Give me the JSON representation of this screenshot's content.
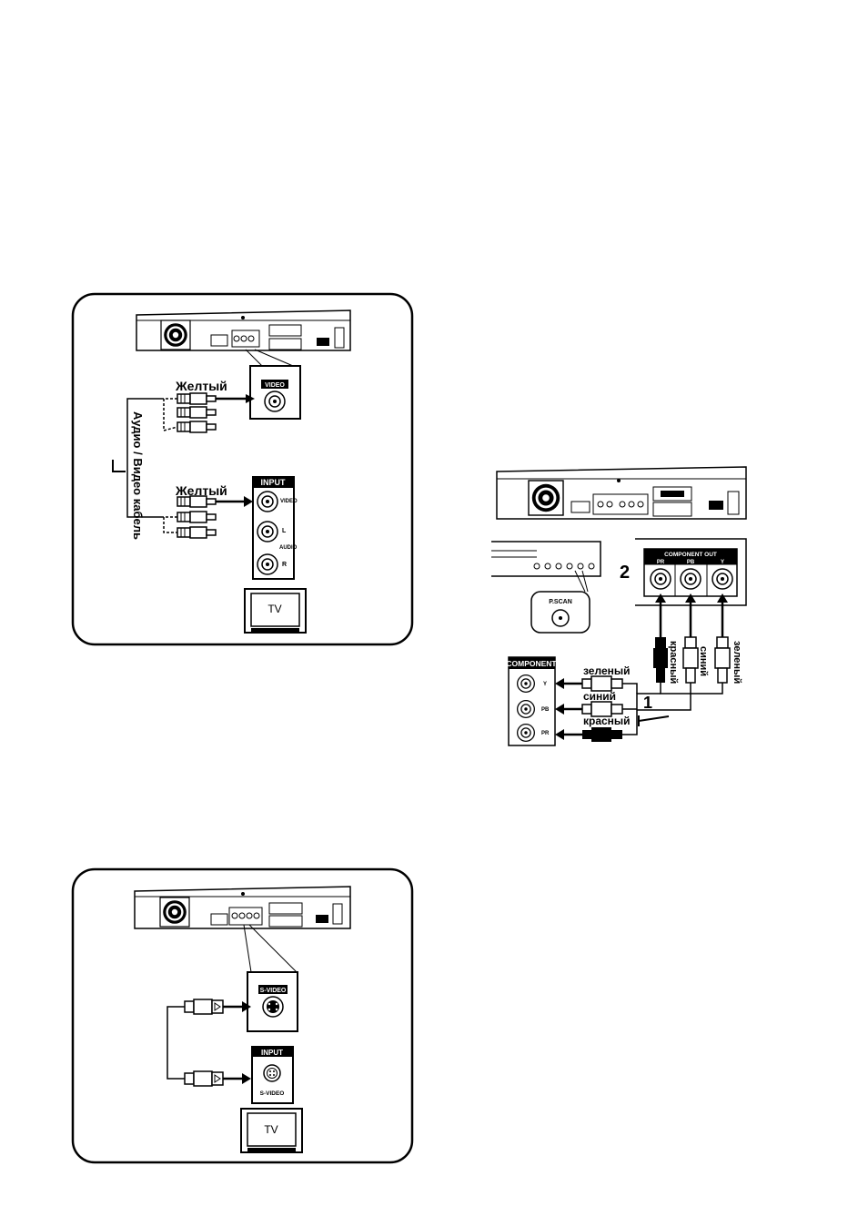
{
  "diagram1": {
    "label_yellow_top": "Желтый",
    "label_yellow_bottom": "Желтый",
    "cable_label": "Аудио / Видео кабель",
    "jack_video": "VIDEO",
    "tv_input_title": "INPUT",
    "tv_video": "VIDEO",
    "tv_l": "L",
    "tv_audio": "AUDIO",
    "tv_r": "R",
    "tv_label": "TV"
  },
  "diagram2": {
    "step2": "2",
    "step1": "1",
    "component_out": "COMPONENT OUT",
    "out_pr": "PR",
    "out_pb": "PB",
    "out_y": "Y",
    "pscan": "P.SCAN",
    "tv_component": "COMPONENT",
    "tv_y": "Y",
    "tv_pb": "PB",
    "tv_pr": "PR",
    "color_green": "зеленый",
    "color_blue": "синий",
    "color_red": "красный",
    "v_red": "красный",
    "v_blue": "синий",
    "v_green": "зеленый"
  },
  "diagram3": {
    "svideo_jack": "S-VIDEO",
    "tv_input_title": "INPUT",
    "tv_svideo": "S-VIDEO",
    "tv_label": "TV"
  }
}
